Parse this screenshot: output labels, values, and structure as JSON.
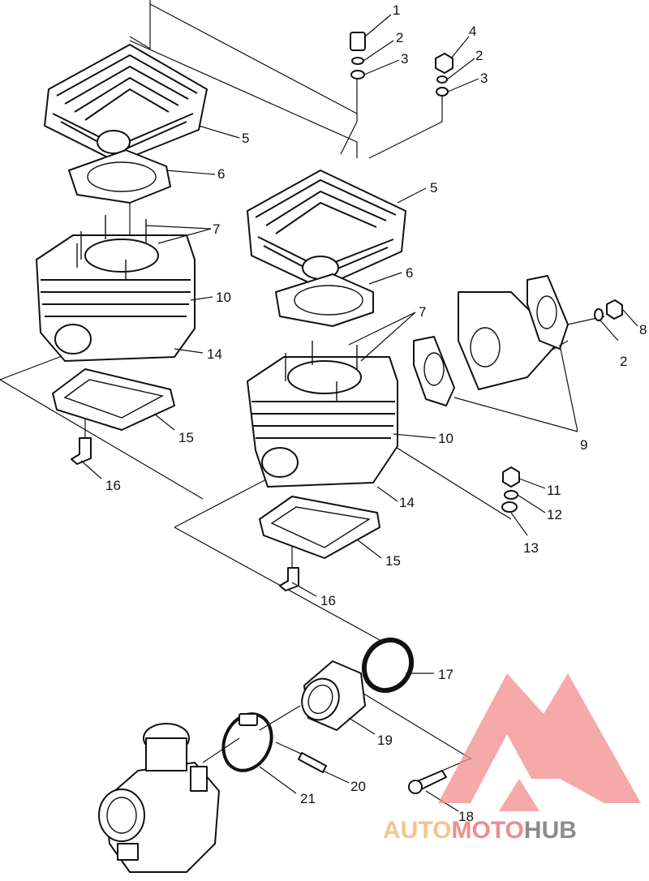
{
  "callouts": [
    {
      "id": "c1",
      "text": "1"
    },
    {
      "id": "c2a",
      "text": "2"
    },
    {
      "id": "c3a",
      "text": "3"
    },
    {
      "id": "c4",
      "text": "4"
    },
    {
      "id": "c2b",
      "text": "2"
    },
    {
      "id": "c3b",
      "text": "3"
    },
    {
      "id": "c5a",
      "text": "5"
    },
    {
      "id": "c6a",
      "text": "6"
    },
    {
      "id": "c7a",
      "text": "7"
    },
    {
      "id": "c10a",
      "text": "10"
    },
    {
      "id": "c14a",
      "text": "14"
    },
    {
      "id": "c15a",
      "text": "15"
    },
    {
      "id": "c16a",
      "text": "16"
    },
    {
      "id": "c5b",
      "text": "5"
    },
    {
      "id": "c6b",
      "text": "6"
    },
    {
      "id": "c7b",
      "text": "7"
    },
    {
      "id": "c10b",
      "text": "10"
    },
    {
      "id": "c14b",
      "text": "14"
    },
    {
      "id": "c15b",
      "text": "15"
    },
    {
      "id": "c16b",
      "text": "16"
    },
    {
      "id": "c8",
      "text": "8"
    },
    {
      "id": "c2c",
      "text": "2"
    },
    {
      "id": "c9",
      "text": "9"
    },
    {
      "id": "c11",
      "text": "11"
    },
    {
      "id": "c12",
      "text": "12"
    },
    {
      "id": "c13",
      "text": "13"
    },
    {
      "id": "c17",
      "text": "17"
    },
    {
      "id": "c19",
      "text": "19"
    },
    {
      "id": "c20",
      "text": "20"
    },
    {
      "id": "c21",
      "text": "21"
    },
    {
      "id": "c18",
      "text": "18"
    }
  ],
  "watermark": {
    "part1": "AUTO",
    "part2": "MOTO",
    "part3": "HUB",
    "color1": "#f5c48a",
    "color2": "#f28c8c",
    "color3": "#8c8c8c"
  }
}
